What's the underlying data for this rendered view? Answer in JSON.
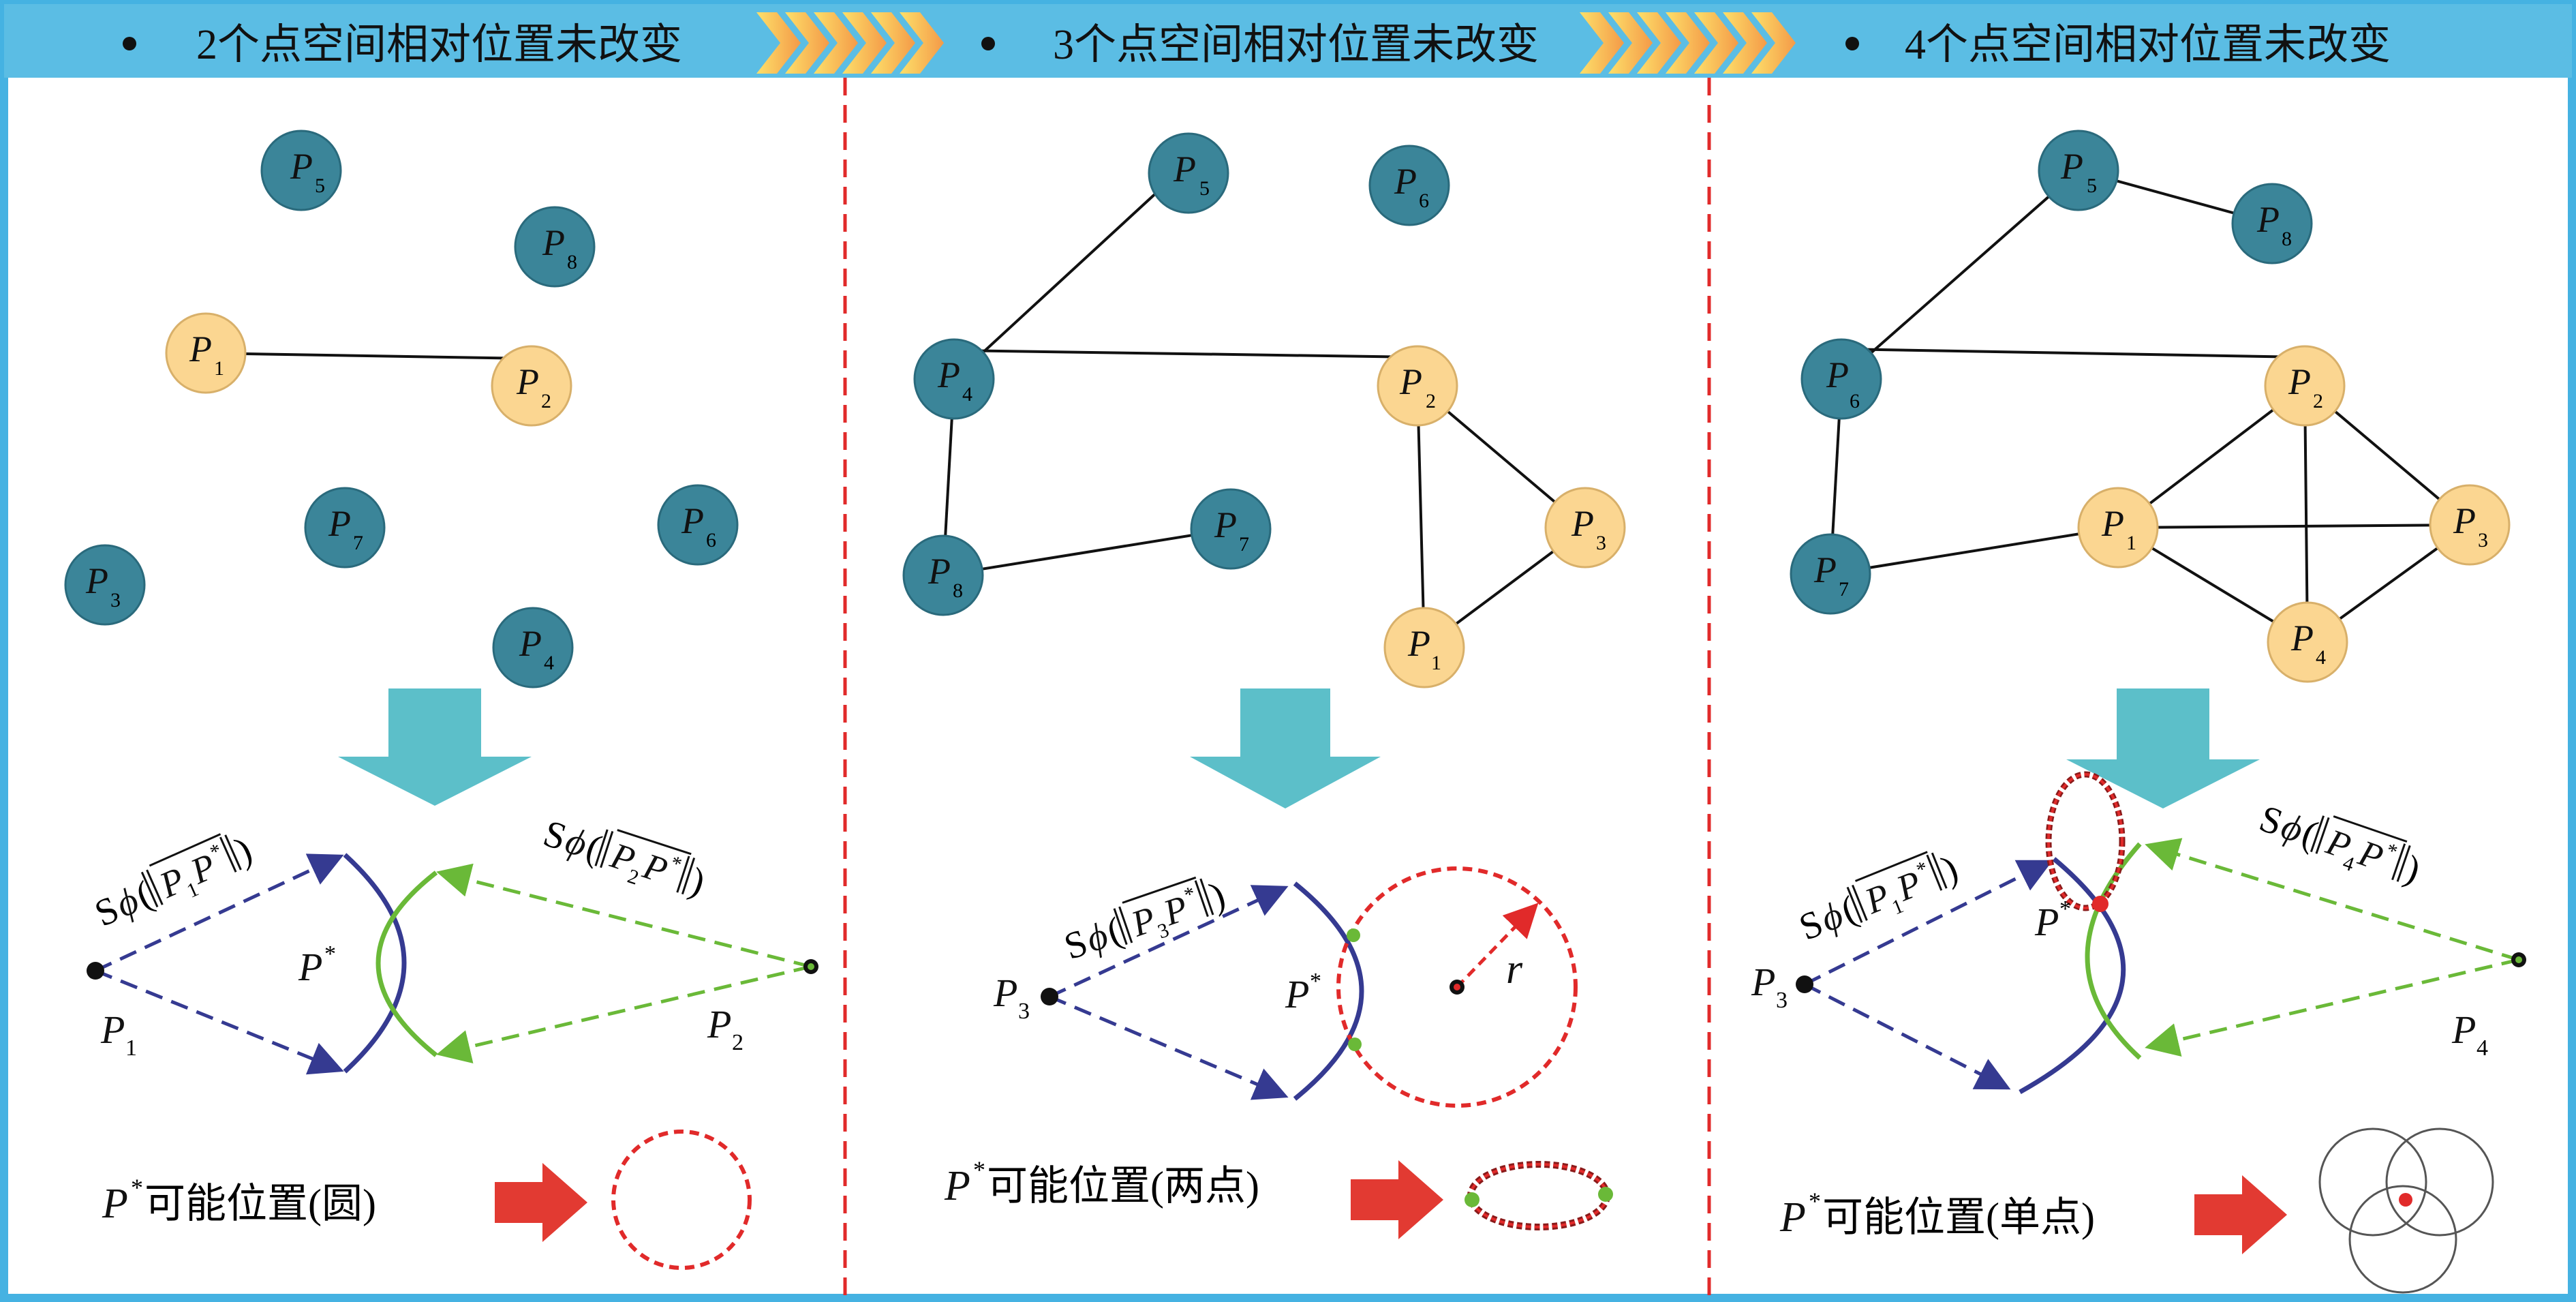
{
  "header": {
    "panel1": "2个点空间相对位置未改变",
    "panel2": "3个点空间相对位置未改变",
    "panel3": "4个点空间相对位置未改变"
  },
  "colors": {
    "header_bg": "#5bbde4",
    "frame": "#45b2e2",
    "known_node": "#fbd691",
    "unknown_node": "#3b8599",
    "arrow_down": "#5cbfc9",
    "blue_line": "#353a91",
    "green_line": "#6ab938",
    "red_dashed": "#e12a2a",
    "red_arrow": "#e23a32",
    "chevron_from": "#fbd24a",
    "chevron_to": "#f39a4a"
  },
  "nodes": {
    "n1": "P",
    "n1s": "1",
    "n2": "P",
    "n2s": "2",
    "n3": "P",
    "n3s": "3",
    "n4": "P",
    "n4s": "4",
    "n5": "P",
    "n5s": "5",
    "n6": "P",
    "n6s": "6",
    "n7": "P",
    "n7s": "7",
    "n8": "P",
    "n8s": "8"
  },
  "formulas": {
    "s": "S",
    "phi": "ϕ",
    "p": "P",
    "star": "*",
    "pstar": "P",
    "r": "r"
  },
  "captions": {
    "circle": "可能位置(圆)",
    "two_points": "可能位置(两点)",
    "single_point": "可能位置(单点)"
  }
}
